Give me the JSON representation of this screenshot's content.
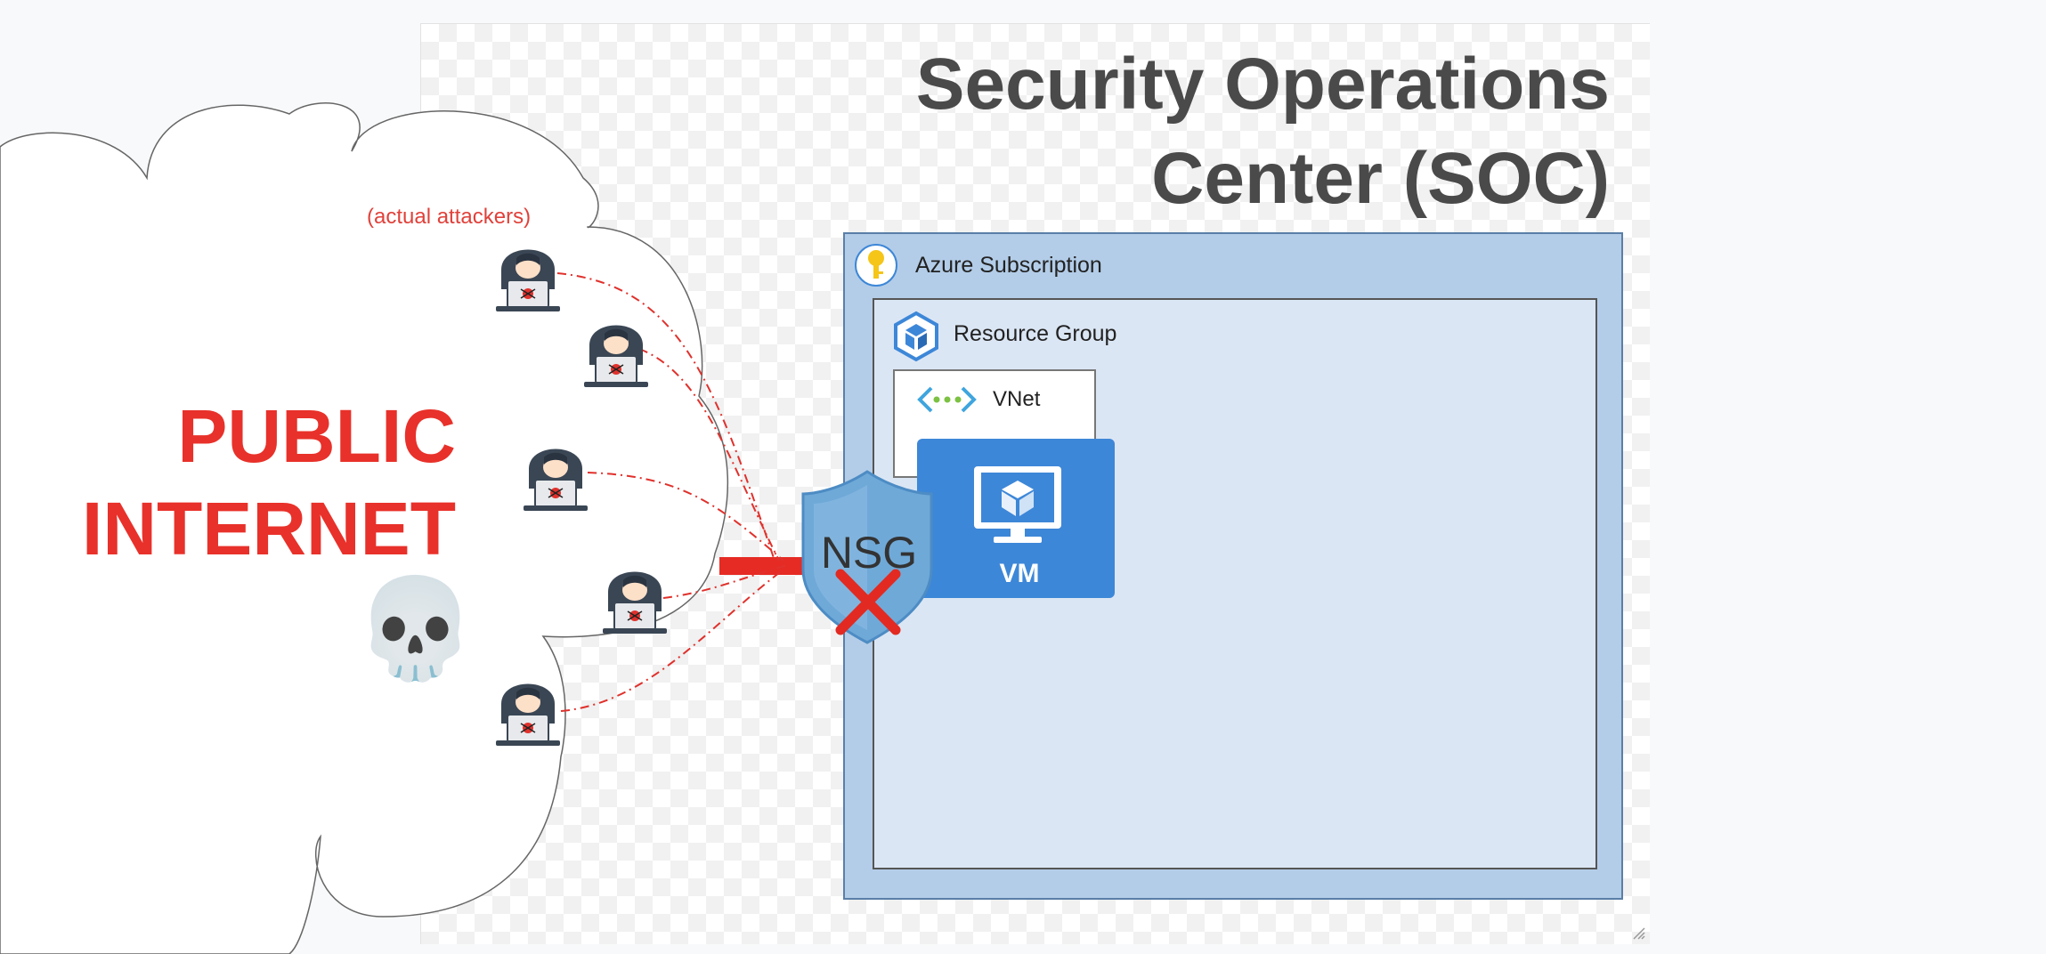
{
  "title": {
    "line1": "Security Operations",
    "line2": "Center (SOC)"
  },
  "internet": {
    "line1": "PUBLIC",
    "line2": "INTERNET",
    "note": "(actual attackers)",
    "skull": "💀"
  },
  "azure": {
    "subscription_label": "Azure Subscription",
    "resource_group_label": "Resource Group",
    "vnet_label": "VNet",
    "vm_label": "VM",
    "nsg_label": "NSG"
  },
  "colors": {
    "internet_text": "#e8312a",
    "title_text": "#4a4a4a",
    "connection": "#e52b24",
    "subscription_fill": "#b3cde8",
    "resource_group_fill": "#dbe6f4",
    "vm_fill": "#3d87d8",
    "shield_fill": "#6fa9d8"
  }
}
